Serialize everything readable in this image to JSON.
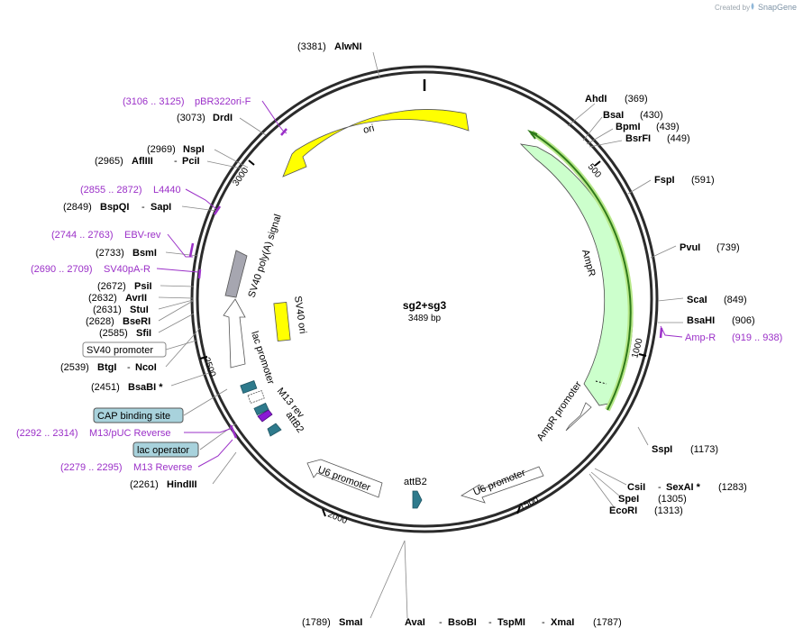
{
  "credit": {
    "prefix": "Created by",
    "brand": "SnapGene"
  },
  "plasmid": {
    "name": "sg2+sg3",
    "length_label": "3489 bp"
  },
  "ticks": {
    "t500": "500",
    "t1000": "1000",
    "t1500": "1500",
    "t2000": "2000",
    "t2500": "2500",
    "t3000": "3000"
  },
  "features": {
    "ori": "ori",
    "ampr": "AmpR",
    "ampr_promoter": "AmpR promoter",
    "u6_right": "U6 promoter",
    "u6_left": "U6 promoter",
    "attb2_bottom": "attB2",
    "attb2_small": "attB2",
    "m13_rev": "M13 rev",
    "lac_promoter": "lac promoter",
    "sv40_polya": "SV40 poly(A) signal",
    "sv40_ori": "SV40 ori"
  },
  "sites": {
    "alwni": {
      "pos": "(3381)",
      "name": "AlwNI"
    },
    "ahdi": {
      "name": "AhdI",
      "pos": "(369)"
    },
    "bsai": {
      "name": "BsaI",
      "pos": "(430)"
    },
    "bpmi": {
      "name": "BpmI",
      "pos": "(439)"
    },
    "bsrfi": {
      "name": "BsrFI",
      "pos": "(449)"
    },
    "fspi": {
      "name": "FspI",
      "pos": "(591)"
    },
    "pvui": {
      "name": "PvuI",
      "pos": "(739)"
    },
    "scai": {
      "name": "ScaI",
      "pos": "(849)"
    },
    "bsahi": {
      "name": "BsaHI",
      "pos": "(906)"
    },
    "sspi": {
      "name": "SspI",
      "pos": "(1173)"
    },
    "csii": {
      "name": "CsiI",
      "sep": "-",
      "name2": "SexAI *",
      "pos": "(1283)"
    },
    "spei": {
      "name": "SpeI",
      "pos": "(1305)"
    },
    "ecori": {
      "name": "EcoRI",
      "pos": "(1313)"
    },
    "smai": {
      "pos": "(1789)",
      "name": "SmaI"
    },
    "avai": {
      "name": "AvaI",
      "s1": "-",
      "name2": "BsoBI",
      "s2": "-",
      "name3": "TspMI",
      "s3": "-",
      "name4": "XmaI",
      "pos": "(1787)"
    },
    "drdi": {
      "pos": "(3073)",
      "name": "DrdI"
    },
    "nspi": {
      "pos": "(2969)",
      "name": "NspI"
    },
    "afliii": {
      "pos": "(2965)",
      "name": "AflIII",
      "sep": "-",
      "name2": "PciI"
    },
    "bspqi": {
      "pos": "(2849)",
      "name": "BspQI",
      "sep": "-",
      "name2": "SapI"
    },
    "bsmi": {
      "pos": "(2733)",
      "name": "BsmI"
    },
    "psii": {
      "pos": "(2672)",
      "name": "PsiI"
    },
    "avrii": {
      "pos": "(2632)",
      "name": "AvrII"
    },
    "stui": {
      "pos": "(2631)",
      "name": "StuI"
    },
    "bseri": {
      "pos": "(2628)",
      "name": "BseRI"
    },
    "sfii": {
      "pos": "(2585)",
      "name": "SfiI"
    },
    "btgi": {
      "pos": "(2539)",
      "name": "BtgI",
      "sep": "-",
      "name2": "NcoI"
    },
    "bsabi": {
      "pos": "(2451)",
      "name": "BsaBI *"
    },
    "hindiii": {
      "pos": "(2261)",
      "name": "HindIII"
    }
  },
  "primers": {
    "pbr322": {
      "range": "(3106 .. 3125)",
      "name": "pBR322ori-F"
    },
    "l4440": {
      "range": "(2855 .. 2872)",
      "name": "L4440"
    },
    "ebv": {
      "range": "(2744 .. 2763)",
      "name": "EBV-rev"
    },
    "sv40pa": {
      "range": "(2690 .. 2709)",
      "name": "SV40pA-R"
    },
    "ampr": {
      "name": "Amp-R",
      "range": "(919 .. 938)"
    },
    "m13puc": {
      "range": "(2292 .. 2314)",
      "name": "M13/pUC Reverse"
    },
    "m13rev": {
      "range": "(2279 .. 2295)",
      "name": "M13 Reverse"
    }
  },
  "boxes": {
    "sv40_promoter": "SV40 promoter",
    "cap_site": "CAP binding site",
    "lac_operator": "lac operator"
  },
  "colors": {
    "ori": "#ffff00",
    "ampr": "#ccffcc",
    "ampr_highlight": "#2f7a1a",
    "sv40_polya": "#a6a6b0",
    "promoter": "#ffffff",
    "attb2": "#2e7a8c",
    "m13": "#8a1ad4",
    "box_fill": "#a8d2dc",
    "primer": "#9b30c8"
  }
}
